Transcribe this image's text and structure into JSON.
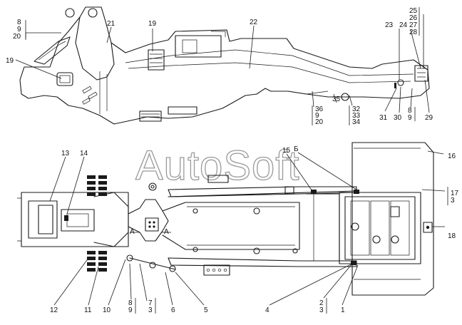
{
  "watermark": "AutoSoft",
  "callouts": {
    "c8_top_left": "8",
    "c9_top_left": "9",
    "c20_top_left": "20",
    "c21": "21",
    "c19_top": "19",
    "c22": "22",
    "c19_left": "19",
    "c23": "23",
    "c24": "24",
    "c25": "25",
    "c26": "26",
    "c27": "27",
    "c28": "28",
    "c36": "36",
    "c9_mid": "9",
    "c20_mid": "20",
    "c35": "35",
    "c32": "32",
    "c33": "33",
    "c34": "34",
    "c31": "31",
    "c30": "30",
    "c8_right": "8",
    "c9_right": "9",
    "c29": "29",
    "c13": "13",
    "c14": "14",
    "c15": "15",
    "cB": "Б",
    "c16": "16",
    "c17": "17",
    "c3_right": "3",
    "c18": "18",
    "cA_left": "A",
    "cA_right": "A",
    "c12": "12",
    "c11": "11",
    "c10": "10",
    "c8_bot": "8",
    "c9_bot": "9",
    "c7": "7",
    "c3_bot": "3",
    "c6": "6",
    "c5": "5",
    "c4": "4",
    "c2": "2",
    "c3_bot2": "3",
    "c1": "1"
  }
}
